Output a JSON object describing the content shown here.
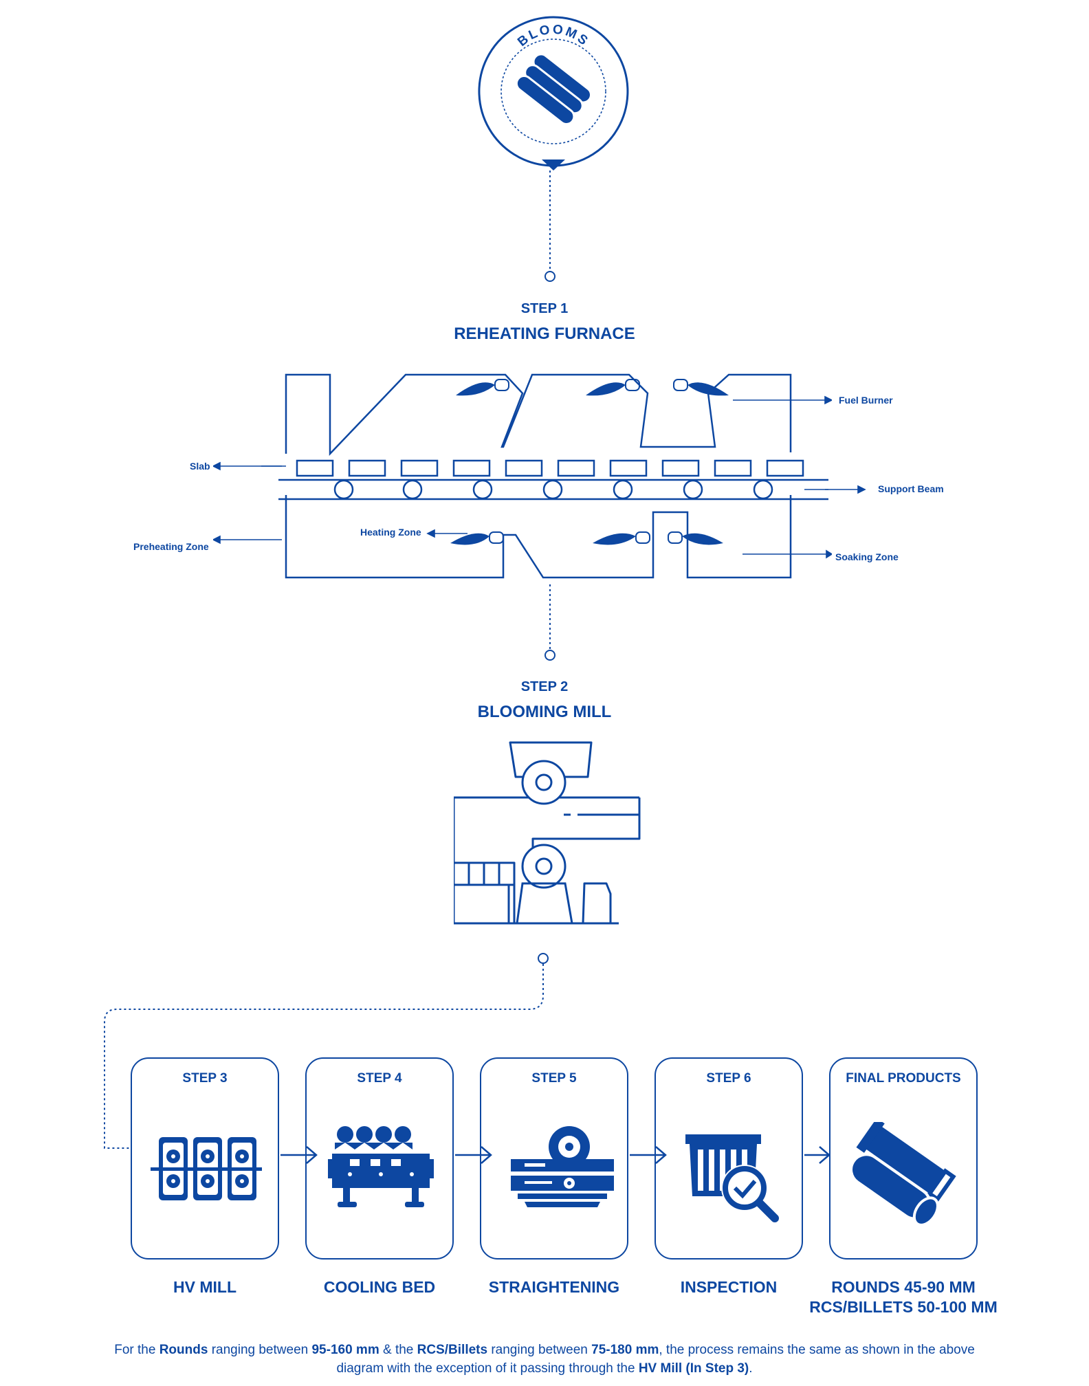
{
  "header": {
    "badge_label": "BLOOMS"
  },
  "step1": {
    "number": "STEP 1",
    "title": "REHEATING FURNACE",
    "labels": {
      "fuel_burner": "Fuel Burner",
      "slab": "Slab",
      "support_beam": "Support Beam",
      "heating_zone": "Heating Zone",
      "preheating_zone": "Preheating Zone",
      "soaking_zone": "Soaking Zone"
    }
  },
  "step2": {
    "number": "STEP 2",
    "title": "BLOOMING MILL"
  },
  "cards": [
    {
      "title": "STEP 3",
      "caption_line1": "HV MILL",
      "caption_line2": ""
    },
    {
      "title": "STEP 4",
      "caption_line1": "COOLING BED",
      "caption_line2": ""
    },
    {
      "title": "STEP 5",
      "caption_line1": "STRAIGHTENING",
      "caption_line2": ""
    },
    {
      "title": "STEP 6",
      "caption_line1": "INSPECTION",
      "caption_line2": ""
    },
    {
      "title": "FINAL PRODUCTS",
      "caption_line1": "ROUNDS 45-90 MM",
      "caption_line2": "RCS/BILLETS 50-100 MM"
    }
  ],
  "footnote": {
    "t1": "For the ",
    "b1": "Rounds",
    "t2": " ranging between ",
    "b2": "95-160 mm",
    "t3": " & the ",
    "b3": "RCS/Billets",
    "t4": " ranging between ",
    "b4": "75-180 mm",
    "t5": ", the process remains the same as shown in the above diagram with the exception of it passing through the ",
    "b5": "HV Mill (In Step 3)",
    "t6": "."
  },
  "colors": {
    "primary": "#0d47a1"
  }
}
